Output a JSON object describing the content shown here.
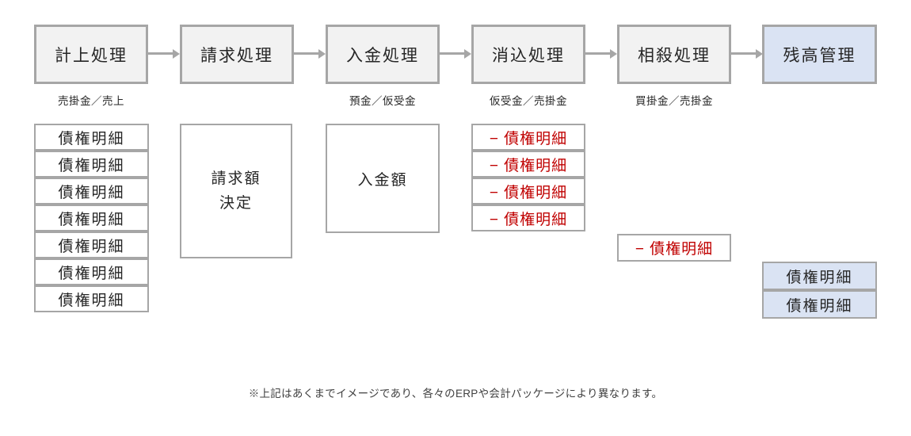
{
  "colors": {
    "step_fill": "#f2f2f2",
    "step_border": "#a6a6a6",
    "highlight_fill": "#dae3f3",
    "negative_text": "#c00000",
    "arrow": "#a6a6a6"
  },
  "steps": [
    {
      "title": "計上処理",
      "account": "売掛金／売上"
    },
    {
      "title": "請求処理"
    },
    {
      "title": "入金処理",
      "account": "預金／仮受金"
    },
    {
      "title": "消込処理",
      "account": "仮受金／売掛金"
    },
    {
      "title": "相殺処理",
      "account": "買掛金／売掛金"
    },
    {
      "title": "残高管理"
    }
  ],
  "ledger": {
    "entry_items": [
      "債権明細",
      "債権明細",
      "債権明細",
      "債権明細",
      "債権明細",
      "債権明細",
      "債権明細"
    ],
    "billing": {
      "line1": "請求額",
      "line2": "決定"
    },
    "deposit_label": "入金額",
    "cleared_items": [
      "− 債権明細",
      "− 債権明細",
      "− 債権明細",
      "− 債権明細"
    ],
    "offset_items": [
      "− 債権明細"
    ],
    "balance_items": [
      "債権明細",
      "債権明細"
    ]
  },
  "footnote": {
    "text": "※上記はあくまでイメージであり、各々のERPや会計パッケージにより異なります。"
  }
}
